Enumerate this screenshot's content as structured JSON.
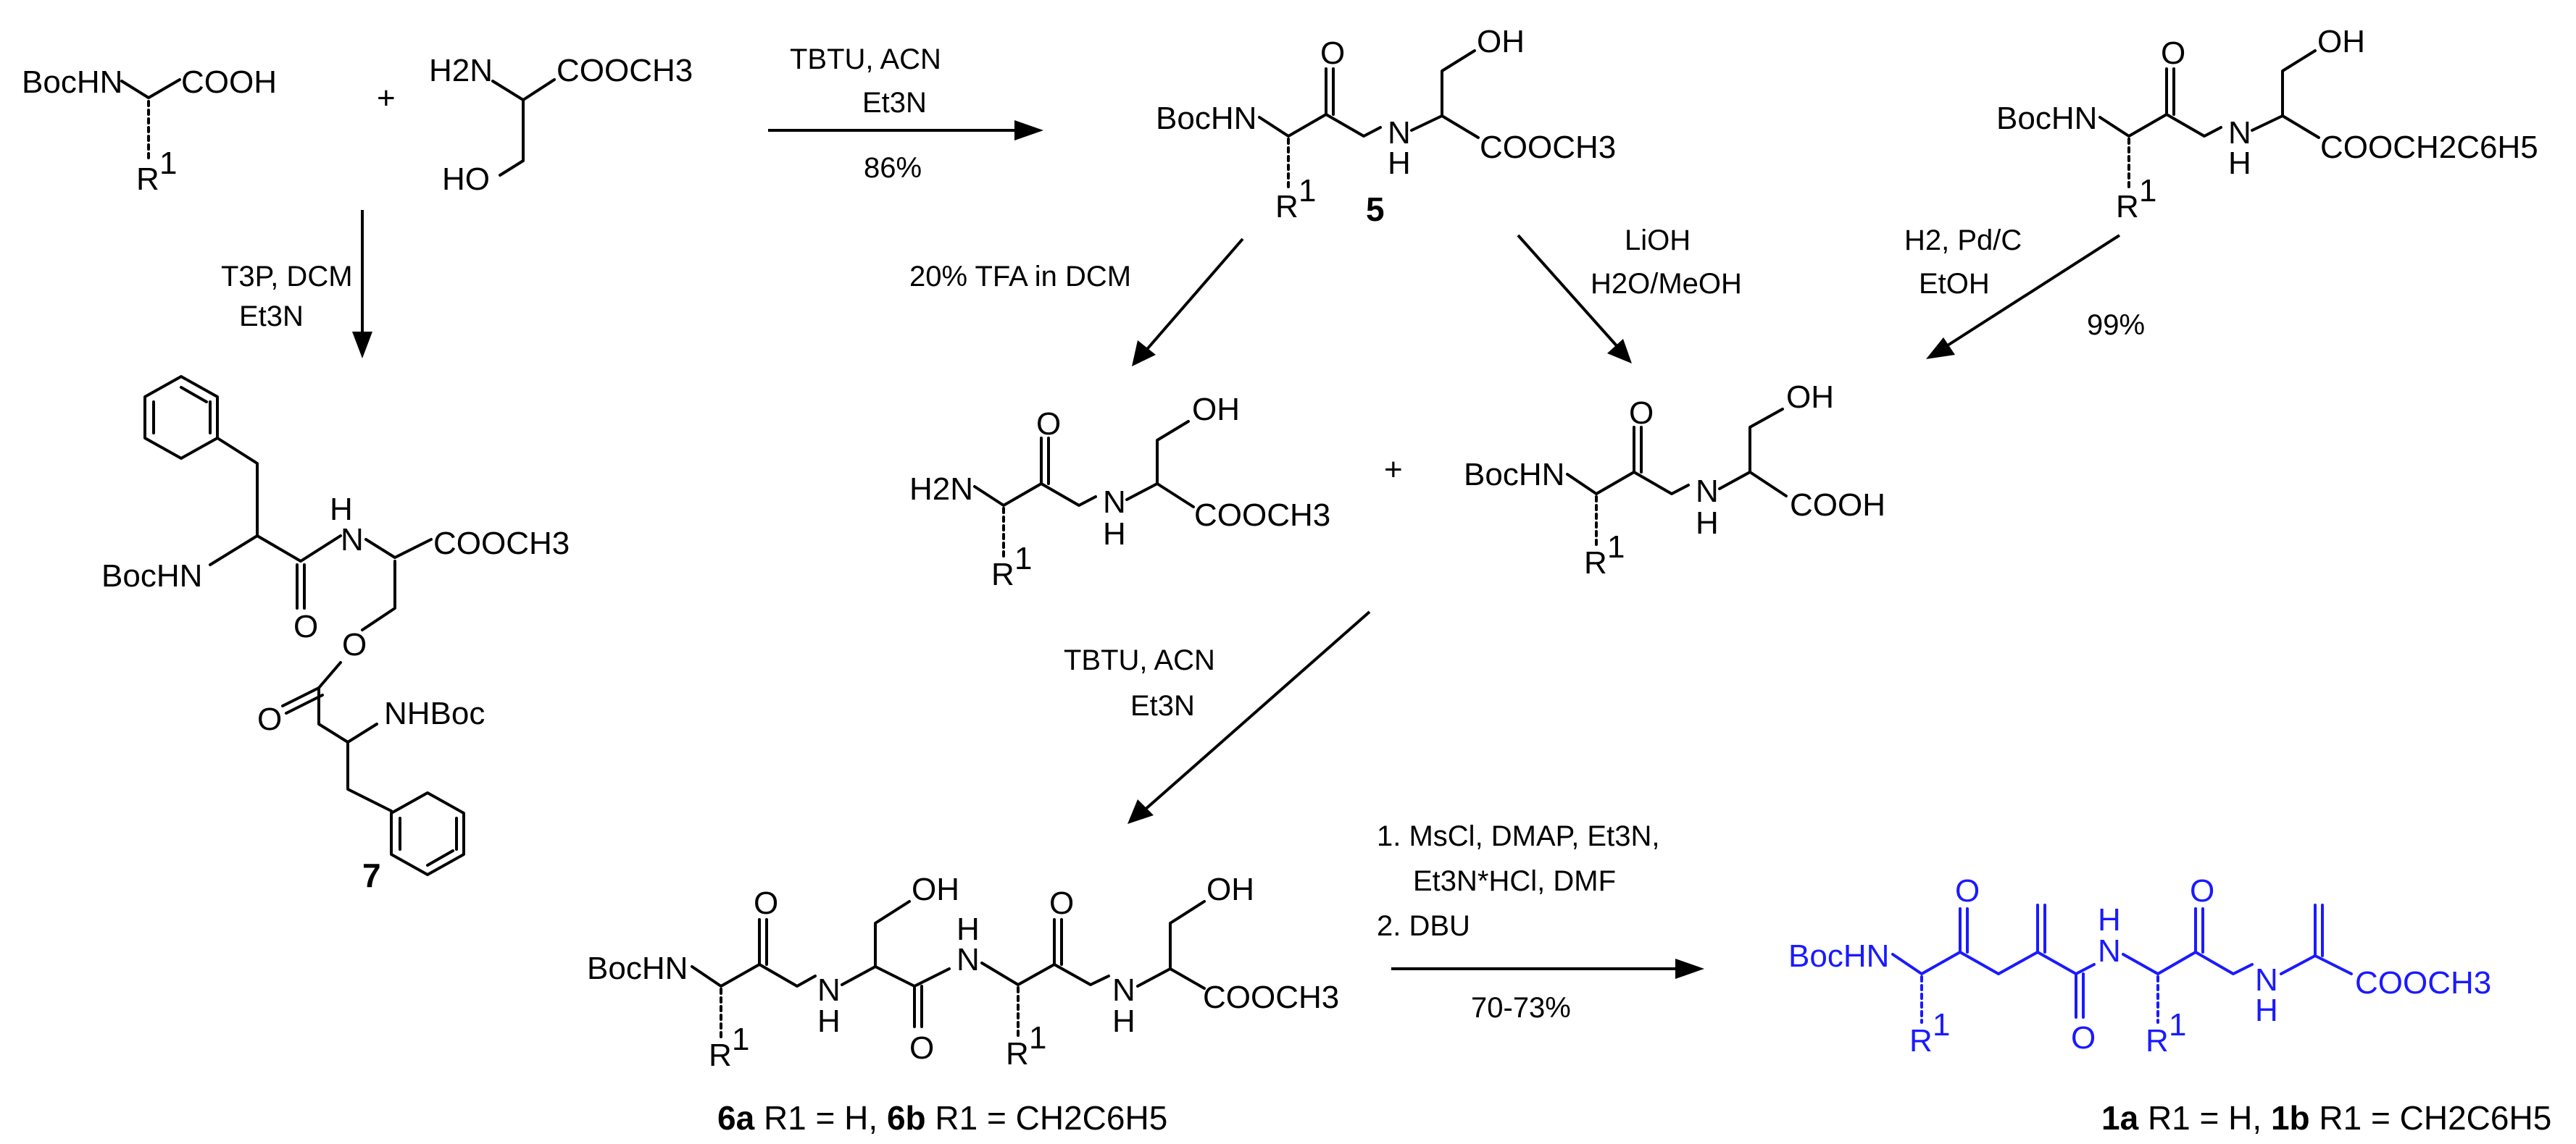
{
  "reagents": {
    "boc_amino_acid": {
      "bochn": "BocHN",
      "cooh": "COOH",
      "r": "R",
      "r_sup": "1"
    },
    "plus_1": "+",
    "serine_ester": {
      "h2n": "H2N",
      "cooch3": "COOCH3",
      "ho": "HO"
    }
  },
  "steps": {
    "coupling_top": {
      "line1": "TBTU, ACN",
      "line2": "Et3N",
      "yield": "86%"
    },
    "t3p": {
      "line1": "T3P, DCM",
      "line2": "Et3N"
    },
    "tfa": {
      "text": "20% TFA in DCM"
    },
    "lioh": {
      "line1": "LiOH",
      "line2": "H2O/MeOH"
    },
    "hydrogenolysis": {
      "line1": "H2, Pd/C",
      "line2": "EtOH",
      "yield": "99%"
    },
    "coupling_mid": {
      "line1": "TBTU, ACN",
      "line2": "Et3N"
    },
    "elimination": {
      "line1": "1. MsCl, DMAP, Et3N,",
      "line2": "Et3N*HCl, DMF",
      "line3": "2. DBU",
      "yield": "70-73%"
    }
  },
  "compounds": {
    "c5": {
      "number": "5",
      "bochn": "BocHN",
      "nh": "N",
      "h": "H",
      "o": "O",
      "oh": "OH",
      "cooch3": "COOCH3",
      "r": "R",
      "r_sup": "1"
    },
    "benzyl_ester": {
      "bochn": "BocHN",
      "nh": "N",
      "h": "H",
      "o": "O",
      "oh": "OH",
      "ester": "COOCH2C6H5",
      "r": "R",
      "r_sup": "1"
    },
    "c7": {
      "number": "7",
      "bochn": "BocHN",
      "nh": "N",
      "h": "H",
      "o": "O",
      "cooch3": "COOCH3",
      "nhboc": "NHBoc"
    },
    "amine": {
      "h2n": "H2N",
      "nh": "N",
      "h": "H",
      "o": "O",
      "oh": "OH",
      "cooch3": "COOCH3",
      "r": "R",
      "r_sup": "1"
    },
    "plus_2": "+",
    "acid": {
      "bochn": "BocHN",
      "nh": "N",
      "h": "H",
      "o": "O",
      "oh": "OH",
      "cooh": "COOH",
      "r": "R",
      "r_sup": "1"
    },
    "c6": {
      "bochn": "BocHN",
      "nh": "N",
      "h": "H",
      "o": "O",
      "oh": "OH",
      "cooch3": "COOCH3",
      "r": "R",
      "r_sup": "1",
      "caption": {
        "a": "6a",
        "a_text": " R1 = H, ",
        "b": "6b",
        "b_text": " R1 = CH2C6H5"
      }
    },
    "c1": {
      "bochn": "BocHN",
      "nh": "N",
      "h": "H",
      "o": "O",
      "cooch3": "COOCH3",
      "r": "R",
      "r_sup": "1",
      "caption": {
        "a": "1a",
        "a_text": " R1 = H, ",
        "b": "1b",
        "b_text": " R1 = CH2C6H5"
      }
    }
  },
  "colors": {
    "product": "#1a1aff",
    "default": "#000000"
  }
}
